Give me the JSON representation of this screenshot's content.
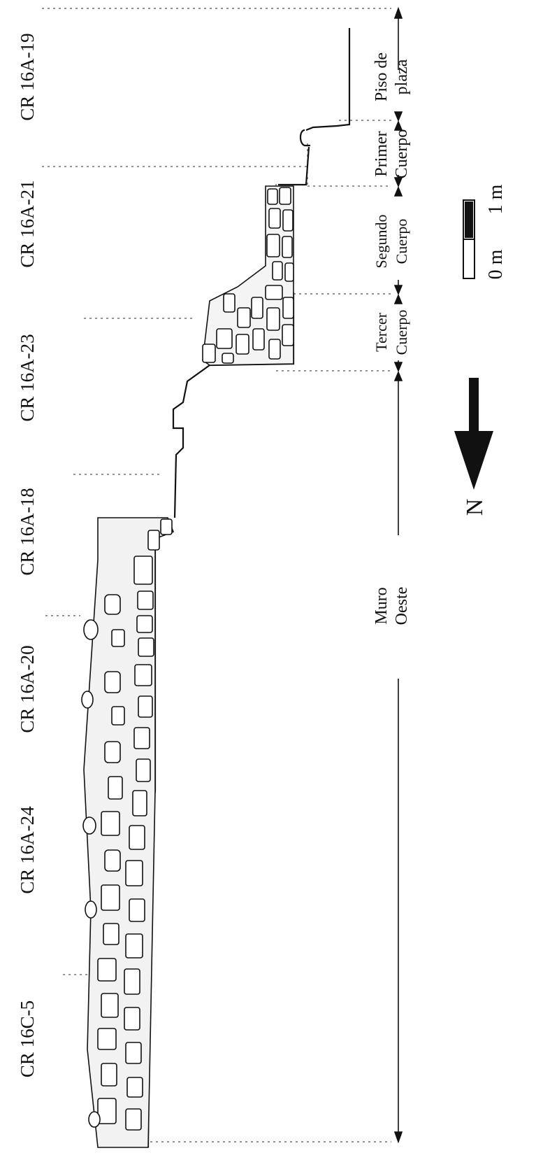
{
  "figure": {
    "operation_labels": [
      "CR 16A-19",
      "CR 16A-21",
      "CR 16A-23",
      "CR 16A-18",
      "CR 16A-20",
      "CR 16A-24",
      "CR 16C-5"
    ],
    "sections": {
      "piso_de_plaza": [
        "Piso de",
        "plaza"
      ],
      "primer_cuerpo": [
        "Primer",
        "Cuerpo"
      ],
      "segundo_cuerpo": [
        "Segundo",
        "Cuerpo"
      ],
      "tercer_cuerpo": [
        "Tercer",
        "Cuerpo"
      ],
      "muro_oeste": [
        "Muro",
        "Oeste"
      ]
    },
    "scale": {
      "start": "0 m",
      "end": "1 m"
    },
    "north": "N"
  }
}
